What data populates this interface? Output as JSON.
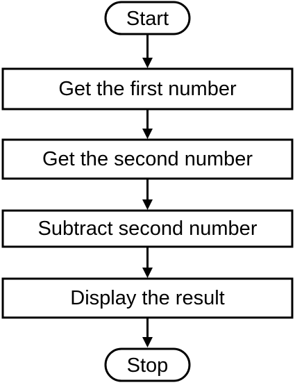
{
  "flowchart": {
    "start": {
      "label": "Start"
    },
    "steps": [
      {
        "label": "Get the first number"
      },
      {
        "label": "Get the second number"
      },
      {
        "label": "Subtract second number"
      },
      {
        "label": "Display the result"
      }
    ],
    "stop": {
      "label": "Stop"
    }
  },
  "colors": {
    "stroke": "#000000",
    "fill": "#ffffff",
    "text": "#000000"
  }
}
